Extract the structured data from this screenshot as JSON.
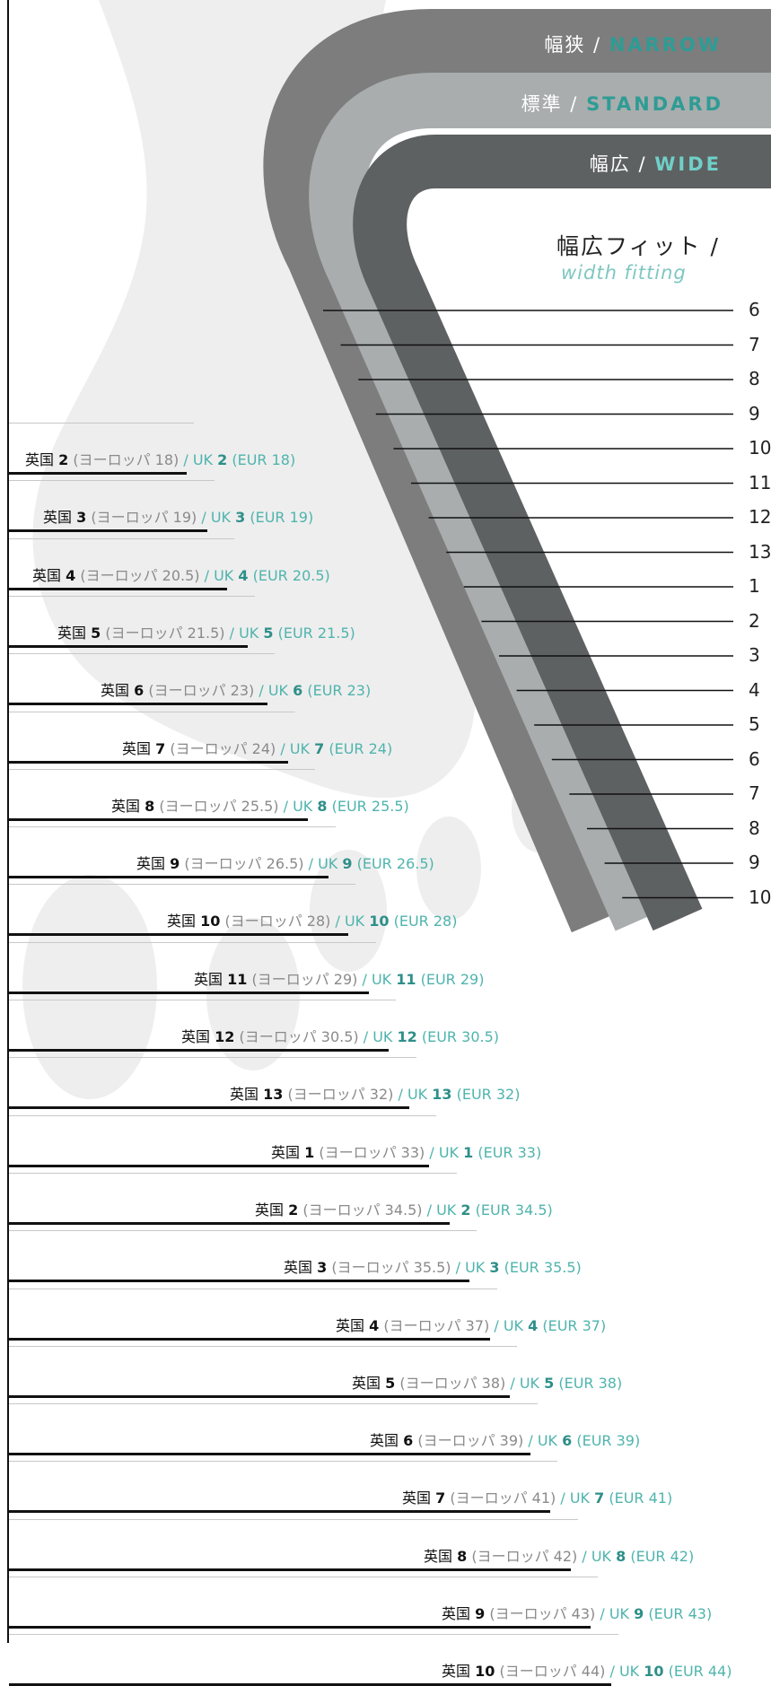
{
  "colors": {
    "accent_teal": "#2e9c95",
    "band_narrow": "#7d7d7d",
    "band_standard": "#a9adad",
    "band_wide": "#5e6162",
    "foot_shape": "#eeeeee"
  },
  "bands": [
    {
      "jp": "幅狭",
      "sep": " / ",
      "en": "NARROW"
    },
    {
      "jp": "標準",
      "sep": " / ",
      "en": "STANDARD"
    },
    {
      "jp": "幅広",
      "sep": " / ",
      "en": "WIDE"
    }
  ],
  "width_fitting": {
    "title": "幅広フィット /",
    "subtitle": "width fitting"
  },
  "right_numbers": [
    "6",
    "7",
    "8",
    "9",
    "10",
    "11",
    "12",
    "13",
    "1",
    "2",
    "3",
    "4",
    "5",
    "6",
    "7",
    "8",
    "9",
    "10"
  ],
  "size_rows": [
    {
      "jp_prefix": "英国 ",
      "uk_num": "2",
      "eur_text": " (ヨーロッパ 18)",
      "uk_prefix": " / UK ",
      "uk_eur": " (EUR 18)"
    },
    {
      "jp_prefix": "英国 ",
      "uk_num": "3",
      "eur_text": " (ヨーロッパ 19)",
      "uk_prefix": " / UK ",
      "uk_eur": " (EUR 19)"
    },
    {
      "jp_prefix": "英国 ",
      "uk_num": "4",
      "eur_text": " (ヨーロッパ 20.5)",
      "uk_prefix": " / UK ",
      "uk_eur": " (EUR 20.5)"
    },
    {
      "jp_prefix": "英国 ",
      "uk_num": "5",
      "eur_text": " (ヨーロッパ 21.5)",
      "uk_prefix": " / UK ",
      "uk_eur": " (EUR 21.5)"
    },
    {
      "jp_prefix": "英国 ",
      "uk_num": "6",
      "eur_text": " (ヨーロッパ 23)",
      "uk_prefix": " / UK ",
      "uk_eur": " (EUR 23)"
    },
    {
      "jp_prefix": "英国 ",
      "uk_num": "7",
      "eur_text": " (ヨーロッパ 24)",
      "uk_prefix": " / UK ",
      "uk_eur": " (EUR 24)"
    },
    {
      "jp_prefix": "英国 ",
      "uk_num": "8",
      "eur_text": " (ヨーロッパ 25.5)",
      "uk_prefix": " / UK ",
      "uk_eur": " (EUR 25.5)"
    },
    {
      "jp_prefix": "英国 ",
      "uk_num": "9",
      "eur_text": " (ヨーロッパ 26.5)",
      "uk_prefix": " / UK ",
      "uk_eur": " (EUR 26.5)"
    },
    {
      "jp_prefix": "英国 ",
      "uk_num": "10",
      "eur_text": " (ヨーロッパ 28)",
      "uk_prefix": " / UK ",
      "uk_eur": " (EUR 28)"
    },
    {
      "jp_prefix": "英国 ",
      "uk_num": "11",
      "eur_text": " (ヨーロッパ 29)",
      "uk_prefix": " / UK ",
      "uk_eur": " (EUR 29)"
    },
    {
      "jp_prefix": "英国 ",
      "uk_num": "12",
      "eur_text": " (ヨーロッパ 30.5)",
      "uk_prefix": " / UK ",
      "uk_eur": " (EUR 30.5)"
    },
    {
      "jp_prefix": "英国 ",
      "uk_num": "13",
      "eur_text": " (ヨーロッパ 32)",
      "uk_prefix": " / UK ",
      "uk_eur": " (EUR 32)"
    },
    {
      "jp_prefix": "英国 ",
      "uk_num": "1",
      "eur_text": " (ヨーロッパ 33)",
      "uk_prefix": " / UK ",
      "uk_eur": " (EUR 33)"
    },
    {
      "jp_prefix": "英国 ",
      "uk_num": "2",
      "eur_text": " (ヨーロッパ 34.5)",
      "uk_prefix": " / UK ",
      "uk_eur": " (EUR 34.5)"
    },
    {
      "jp_prefix": "英国 ",
      "uk_num": "3",
      "eur_text": " (ヨーロッパ 35.5)",
      "uk_prefix": " / UK ",
      "uk_eur": " (EUR 35.5)"
    },
    {
      "jp_prefix": "英国 ",
      "uk_num": "4",
      "eur_text": " (ヨーロッパ 37)",
      "uk_prefix": " / UK ",
      "uk_eur": " (EUR 37)"
    },
    {
      "jp_prefix": "英国 ",
      "uk_num": "5",
      "eur_text": " (ヨーロッパ 38)",
      "uk_prefix": " / UK ",
      "uk_eur": " (EUR 38)"
    },
    {
      "jp_prefix": "英国 ",
      "uk_num": "6",
      "eur_text": " (ヨーロッパ 39)",
      "uk_prefix": " / UK ",
      "uk_eur": " (EUR 39)"
    },
    {
      "jp_prefix": "英国 ",
      "uk_num": "7",
      "eur_text": " (ヨーロッパ 41)",
      "uk_prefix": " / UK ",
      "uk_eur": " (EUR 41)"
    },
    {
      "jp_prefix": "英国 ",
      "uk_num": "8",
      "eur_text": " (ヨーロッパ 42)",
      "uk_prefix": " / UK ",
      "uk_eur": " (EUR 42)"
    },
    {
      "jp_prefix": "英国 ",
      "uk_num": "9",
      "eur_text": " (ヨーロッパ 43)",
      "uk_prefix": " / UK ",
      "uk_eur": " (EUR 43)"
    },
    {
      "jp_prefix": "英国 ",
      "uk_num": "10",
      "eur_text": " (ヨーロッパ 44)",
      "uk_prefix": " / UK ",
      "uk_eur": " (EUR 44)"
    }
  ]
}
